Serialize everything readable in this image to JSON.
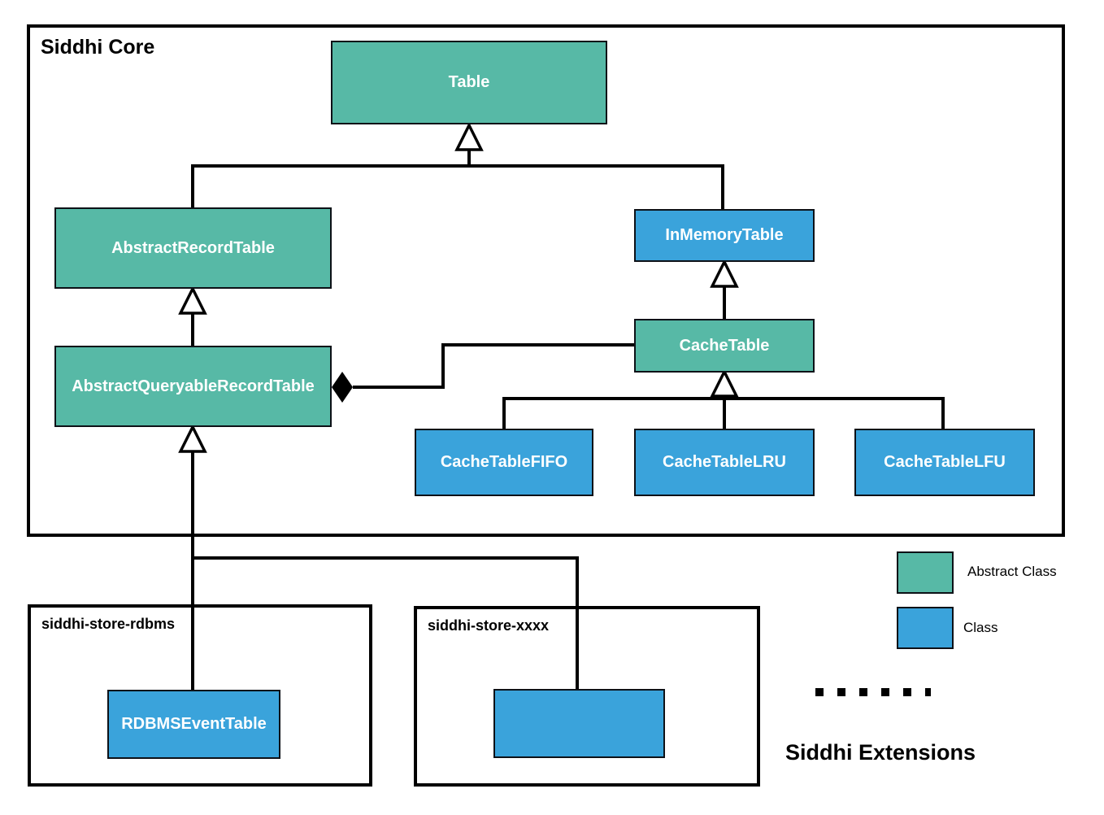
{
  "colors": {
    "abstract_fill": "#57B9A6",
    "class_fill": "#3AA3DB",
    "line": "#000000"
  },
  "core": {
    "label": "Siddhi Core",
    "classes": {
      "table": {
        "label": "Table",
        "type": "abstract"
      },
      "abstract_record_table": {
        "label": "AbstractRecordTable",
        "type": "abstract"
      },
      "in_memory_table": {
        "label": "InMemoryTable",
        "type": "class"
      },
      "abstract_queryable_record_table": {
        "label": "AbstractQueryableRecordTable",
        "type": "abstract"
      },
      "cache_table": {
        "label": "CacheTable",
        "type": "abstract"
      },
      "cache_table_fifo": {
        "label": "CacheTableFIFO",
        "type": "class"
      },
      "cache_table_lru": {
        "label": "CacheTableLRU",
        "type": "class"
      },
      "cache_table_lfu": {
        "label": "CacheTableLFU",
        "type": "class"
      }
    }
  },
  "extensions": {
    "rdbms": {
      "label": "siddhi-store-rdbms",
      "classes": {
        "rdbms_event_table": {
          "label": "RDBMSEventTable",
          "type": "class"
        }
      }
    },
    "xxxx": {
      "label": "siddhi-store-xxxx",
      "classes": {
        "unnamed": {
          "label": "",
          "type": "class"
        }
      }
    }
  },
  "legend": {
    "items": [
      {
        "label": "Abstract Class",
        "swatch": "abstract"
      },
      {
        "label": "Class",
        "swatch": "class"
      }
    ]
  },
  "footer": {
    "label": "Siddhi Extensions"
  },
  "relationships": [
    {
      "type": "generalization",
      "from": "AbstractRecordTable",
      "to": "Table"
    },
    {
      "type": "generalization",
      "from": "InMemoryTable",
      "to": "Table"
    },
    {
      "type": "generalization",
      "from": "AbstractQueryableRecordTable",
      "to": "AbstractRecordTable"
    },
    {
      "type": "generalization",
      "from": "CacheTable",
      "to": "InMemoryTable"
    },
    {
      "type": "generalization",
      "from": "CacheTableFIFO",
      "to": "CacheTable"
    },
    {
      "type": "generalization",
      "from": "CacheTableLRU",
      "to": "CacheTable"
    },
    {
      "type": "generalization",
      "from": "CacheTableLFU",
      "to": "CacheTable"
    },
    {
      "type": "composition",
      "owner": "AbstractQueryableRecordTable",
      "part": "CacheTable"
    },
    {
      "type": "generalization",
      "from": "RDBMSEventTable",
      "to": "AbstractQueryableRecordTable"
    },
    {
      "type": "generalization",
      "from": "siddhi-store-xxxx.class",
      "to": "AbstractQueryableRecordTable"
    }
  ]
}
